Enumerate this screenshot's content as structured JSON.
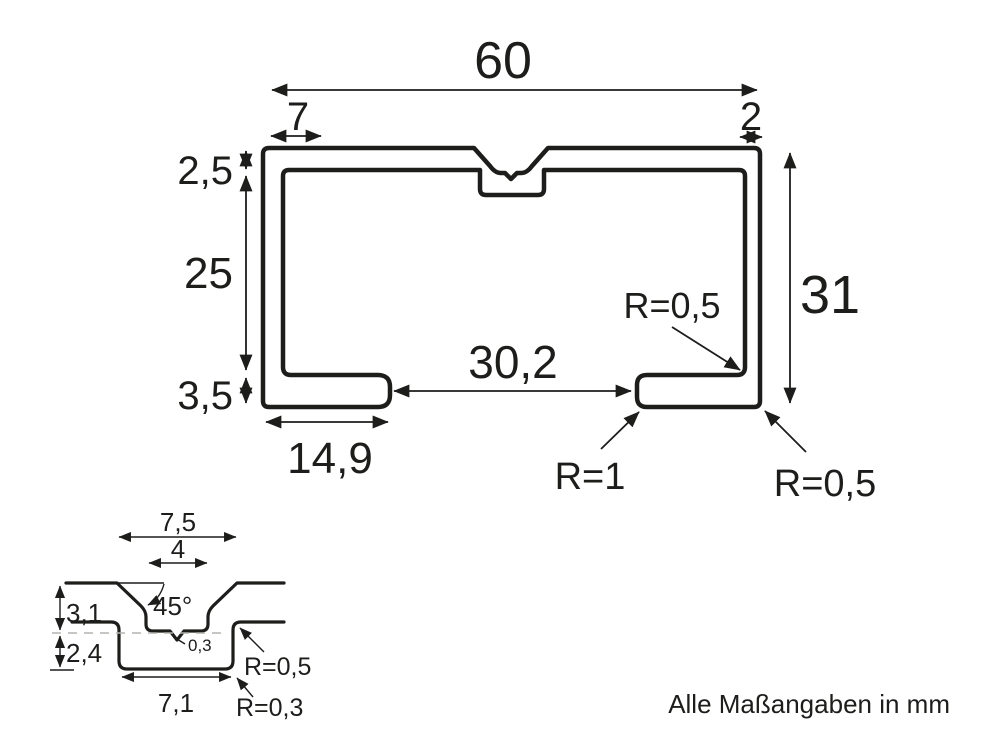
{
  "colors": {
    "ink": "#1d1d1b",
    "dash_line": "#b3b3ae",
    "background": "#ffffff"
  },
  "note": "Alle Maßangaben in mm",
  "main_view": {
    "width_total": "60",
    "width_top_left": "7",
    "width_top_right": "2",
    "thickness_top": "2,5",
    "height_inner": "25",
    "thickness_bottom": "3,5",
    "height_total": "31",
    "opening_width": "30,2",
    "flange_width": "14,9",
    "radius_inner_corner": "R=0,5",
    "radius_flange_end": "R=1",
    "radius_outer_corner": "R=0,5"
  },
  "detail_view": {
    "groove_width_top": "7,5",
    "groove_width_floor": "4",
    "chamfer_angle": "45°",
    "depth_outer": "3,1",
    "depth_inner": "2,4",
    "v_notch_depth": "0,3",
    "slot_width": "7,1",
    "radius_slot_top": "R=0,5",
    "radius_slot_bottom": "R=0,3"
  }
}
